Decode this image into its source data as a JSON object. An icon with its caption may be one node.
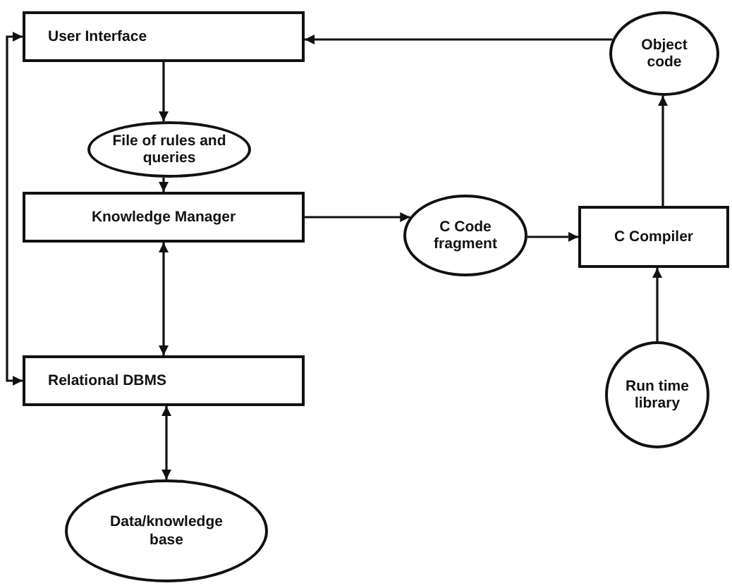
{
  "diagram": {
    "nodes": [
      {
        "text": [
          "User Interface"
        ]
      },
      {
        "text": [
          "Object code"
        ]
      },
      {
        "text": [
          "File of rules and queries"
        ]
      },
      {
        "text": [
          "Knowledge Manager"
        ]
      },
      {
        "text": [
          "C Code fragment"
        ]
      },
      {
        "text": [
          "C Compiler"
        ]
      },
      {
        "text": [
          "Run time library"
        ]
      },
      {
        "text": [
          "Relational DBMS"
        ]
      },
      {
        "text": [
          "Data/knowledge base"
        ]
      }
    ],
    "edges": [
      {
        "from": 0,
        "to": 2,
        "arrow": "to"
      },
      {
        "from": 2,
        "to": 3,
        "arrow": "to"
      },
      {
        "from": 3,
        "to": 4,
        "arrow": "to"
      },
      {
        "from": 4,
        "to": 5,
        "arrow": "to"
      },
      {
        "from": 5,
        "to": 1,
        "arrow": "to"
      },
      {
        "from": 1,
        "to": 0,
        "arrow": "to"
      },
      {
        "from": 6,
        "to": 5,
        "arrow": "to"
      },
      {
        "from": 3,
        "to": 7,
        "arrow": "both"
      },
      {
        "from": 7,
        "to": 8,
        "arrow": "both"
      },
      {
        "from": 0,
        "to": 7,
        "arrow": "both"
      }
    ]
  }
}
